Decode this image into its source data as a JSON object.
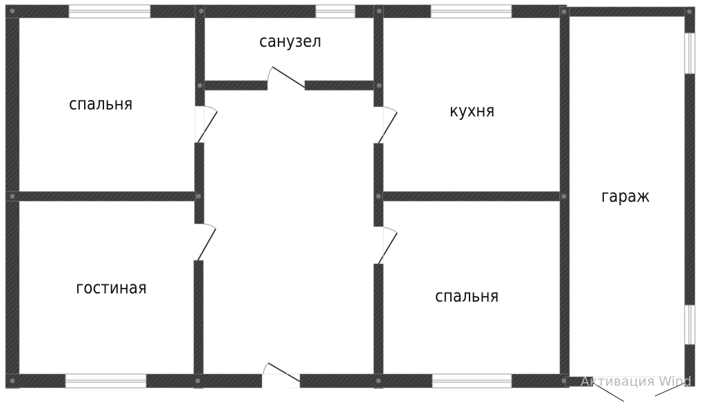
{
  "plan": {
    "colors": {
      "wall": "#3a3a3a",
      "wall_hatch": "#5a5a5a",
      "joint": "#777777",
      "window_frame": "#9a9a9a",
      "door_line": "#333333",
      "label": "#111111",
      "background": "#ffffff"
    },
    "rooms": [
      {
        "id": "bedroom-1",
        "label": "спальня"
      },
      {
        "id": "bathroom",
        "label": "санузел"
      },
      {
        "id": "kitchen",
        "label": "кухня"
      },
      {
        "id": "living-room",
        "label": "гостиная"
      },
      {
        "id": "bedroom-2",
        "label": "спальня"
      },
      {
        "id": "garage",
        "label": "гараж"
      }
    ]
  },
  "watermark": {
    "text": "Активация Wind"
  }
}
